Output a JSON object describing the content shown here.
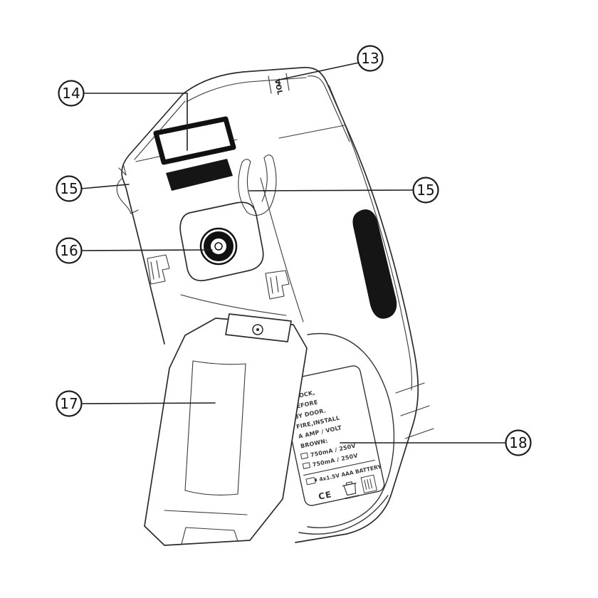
{
  "figure": {
    "callouts": [
      {
        "id": "13",
        "label": "13"
      },
      {
        "id": "14",
        "label": "14"
      },
      {
        "id": "15-left",
        "label": "15"
      },
      {
        "id": "15-right",
        "label": "15"
      },
      {
        "id": "16",
        "label": "16"
      },
      {
        "id": "17",
        "label": "17"
      },
      {
        "id": "18",
        "label": "18"
      }
    ],
    "markings": {
      "top": "VOL",
      "label": {
        "lines": [
          "SHOCK,",
          "BEFORE",
          "BY DOOR.",
          "FIRE,INSTALL",
          "A AMP / VOLT",
          "BROWN:",
          "750mA / 250V",
          "750mA / 250V",
          "4x1.5V AAA BATTERY"
        ],
        "ce": "CE"
      }
    }
  }
}
